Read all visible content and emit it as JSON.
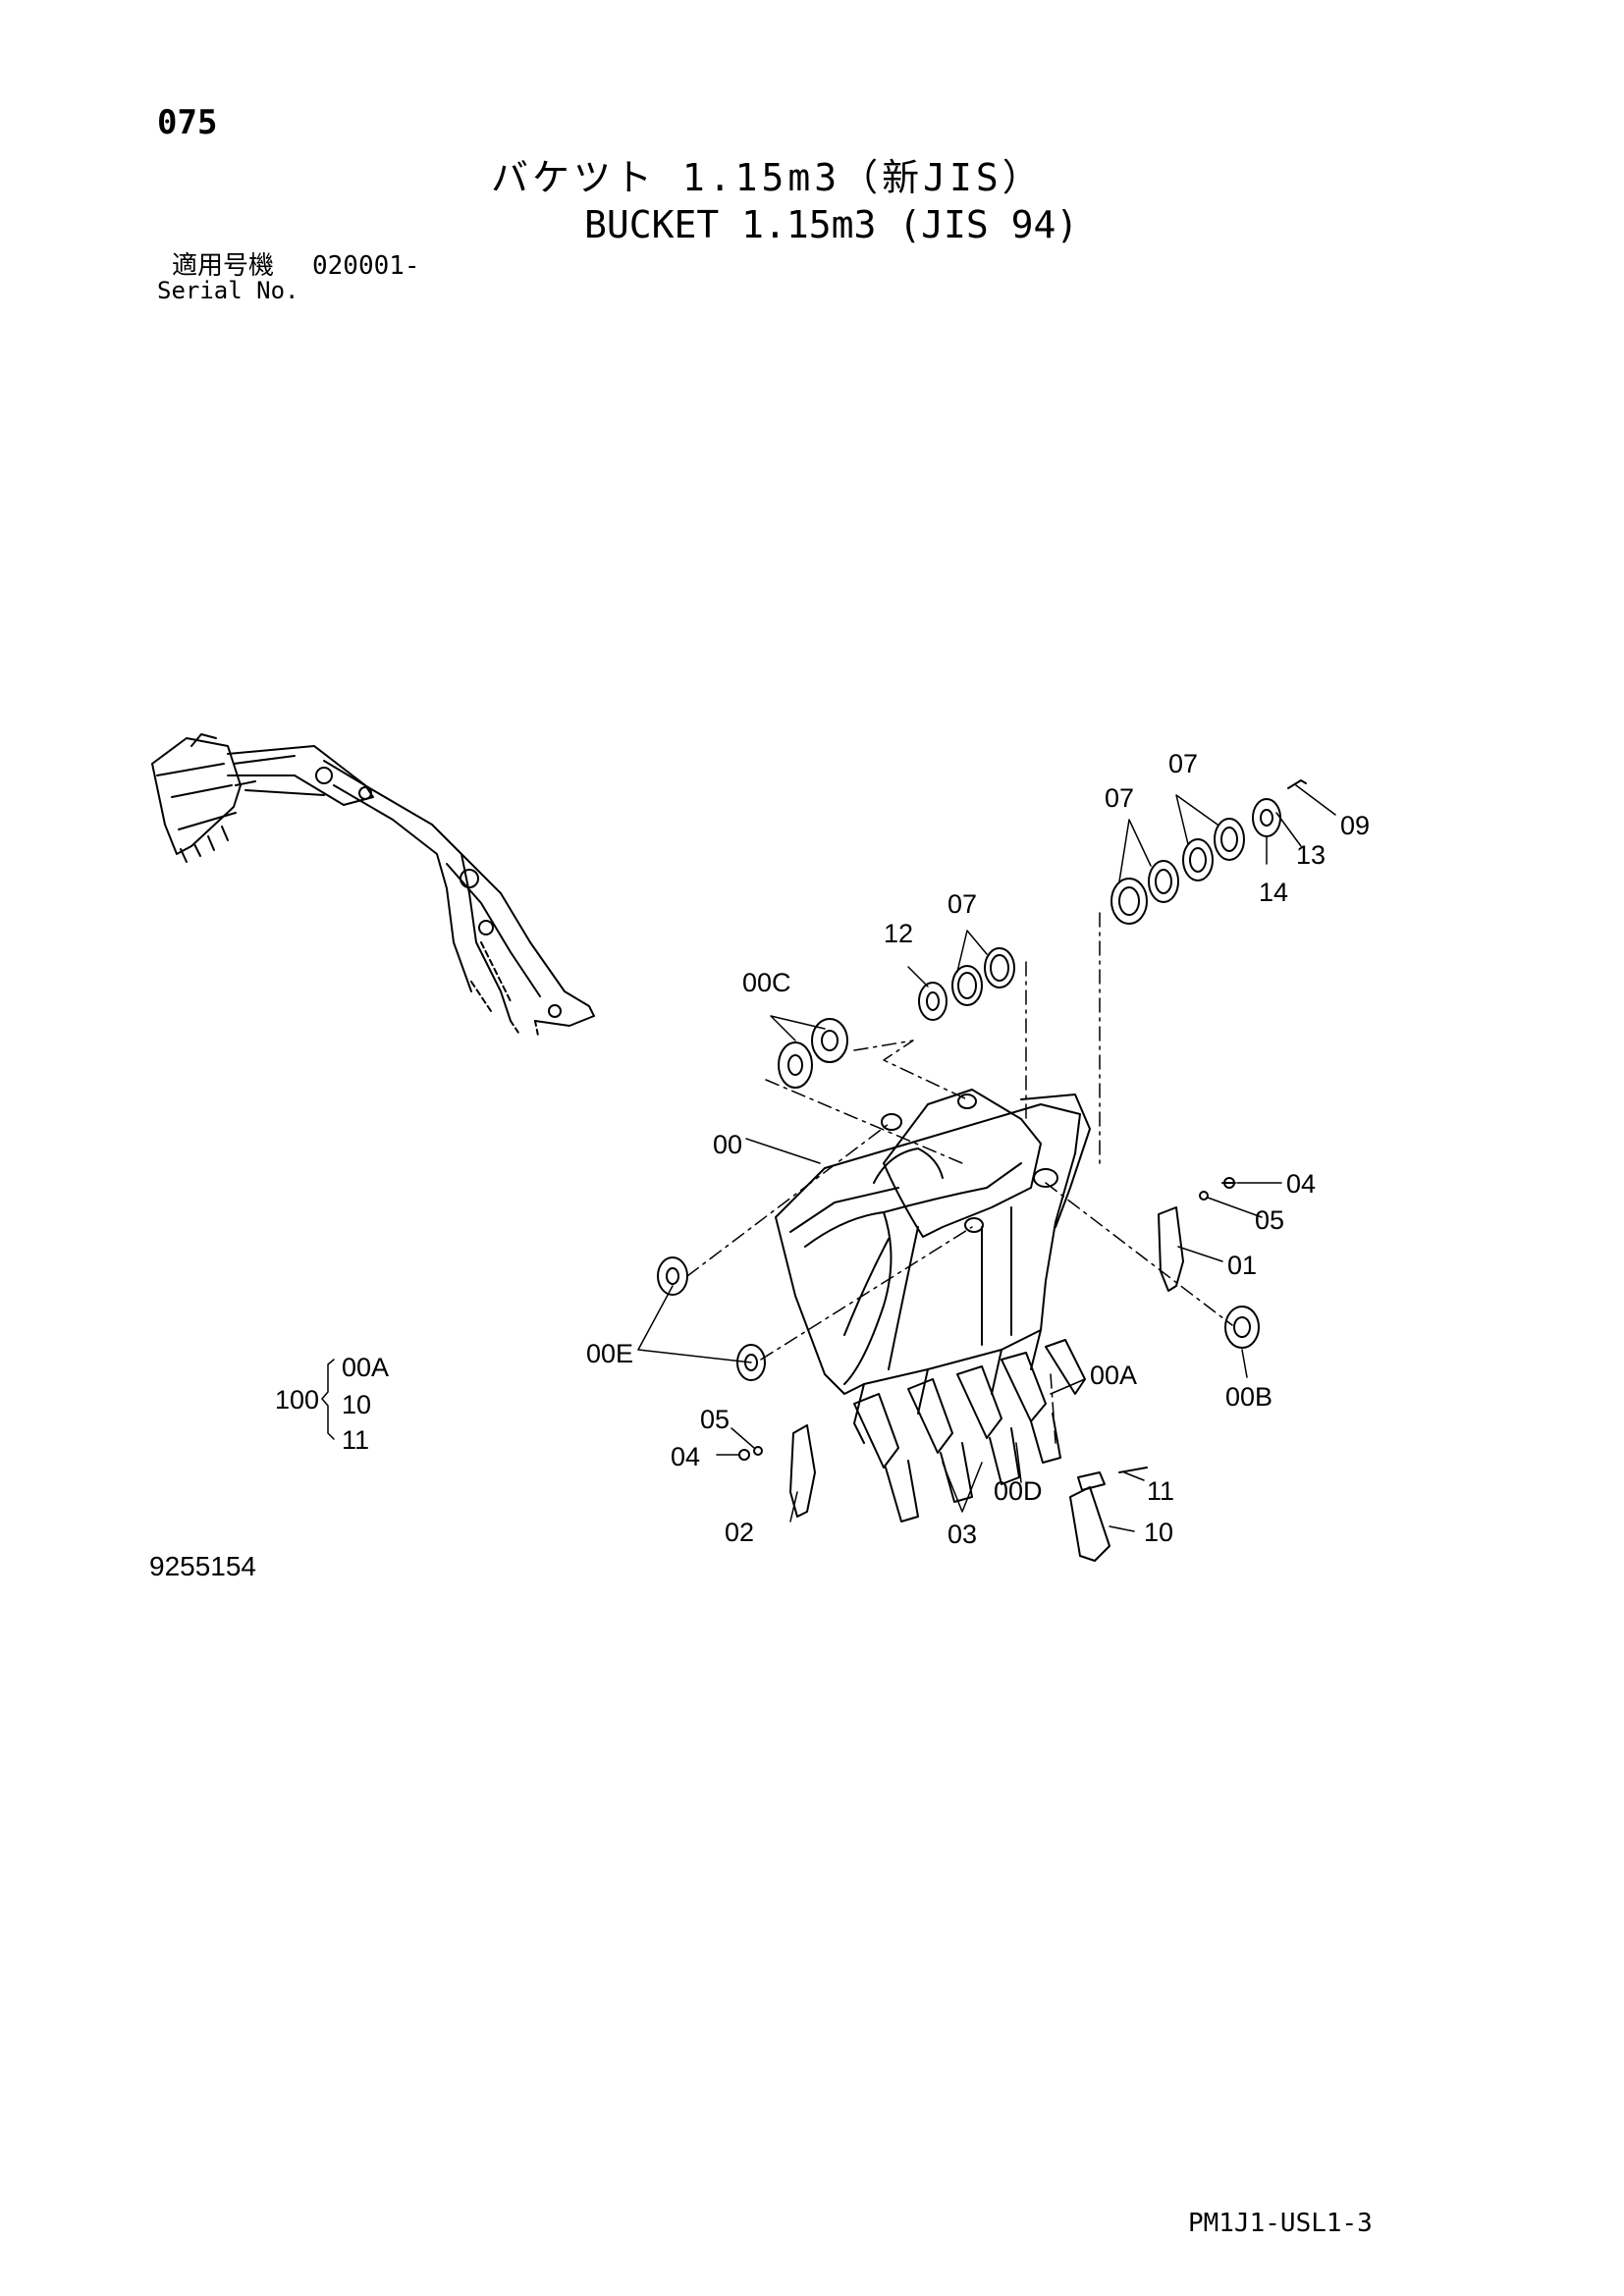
{
  "header": {
    "page_number": "075",
    "title_ja": "バケツト 1.15m3（新JIS）",
    "title_en": "BUCKET 1.15m3 (JIS 94)",
    "serial_label_ja": "適用号機",
    "serial_range": "020001-",
    "serial_label_en": "Serial No."
  },
  "callouts": {
    "p00": "00",
    "p00A_a": "00A",
    "p00B": "00B",
    "p00C": "00C",
    "p00D": "00D",
    "p00E": "00E",
    "p01": "01",
    "p02": "02",
    "p03": "03",
    "p04_a": "04",
    "p04_b": "04",
    "p05_a": "05",
    "p05_b": "05",
    "p07_a": "07",
    "p07_b": "07",
    "p07_c": "07",
    "p09": "09",
    "p10": "10",
    "p11": "11",
    "p12": "12",
    "p13": "13",
    "p14": "14"
  },
  "assembly_group": {
    "parent": "100",
    "children": [
      "00A",
      "10",
      "11"
    ]
  },
  "footer": {
    "drawing_number": "9255154",
    "page_code": "PM1J1-USL1-3"
  }
}
